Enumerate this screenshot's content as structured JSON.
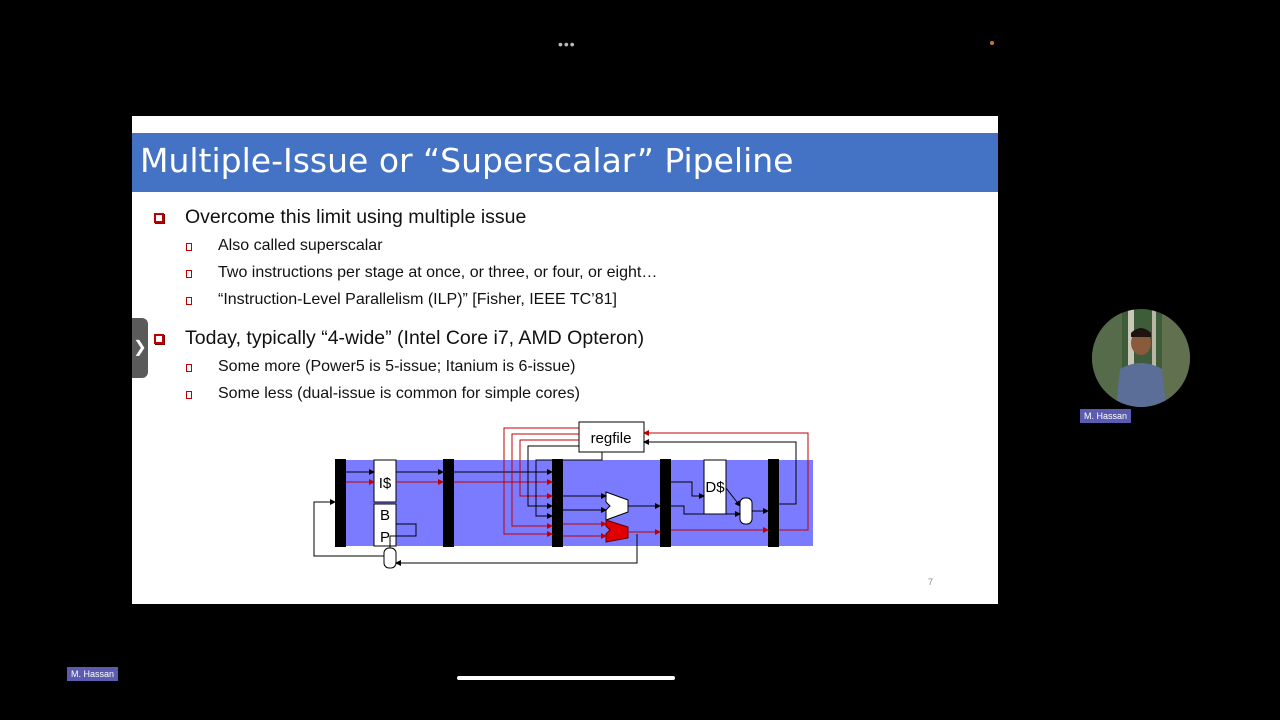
{
  "window": {
    "dots": "•••"
  },
  "slide": {
    "title": "Multiple-Issue or “Superscalar” Pipeline",
    "bullets": [
      {
        "text": "Overcome this limit using multiple issue",
        "sub": [
          "Also called superscalar",
          "Two instructions per stage at once, or three, or four, or eight…",
          "“Instruction-Level Parallelism (ILP)” [Fisher, IEEE TC’81]"
        ]
      },
      {
        "text": "Today, typically “4-wide” (Intel Core i7, AMD Opteron)",
        "sub": [
          "Some more (Power5 is 5-issue; Itanium is 6-issue)",
          "Some less (dual-issue is common for simple cores)"
        ]
      }
    ],
    "diagram": {
      "regfile": "regfile",
      "icache": "I$",
      "bp_b": "B",
      "bp_p": "P",
      "dcache": "D$"
    },
    "page_number": "7"
  },
  "sidebar_handle": "❯",
  "participant": {
    "name": "M. Hassan"
  },
  "colors": {
    "title_bar": "#4472c4",
    "pipeline_band": "#7b7bff",
    "red_path": "#c00000",
    "bullet": "#c00000"
  }
}
